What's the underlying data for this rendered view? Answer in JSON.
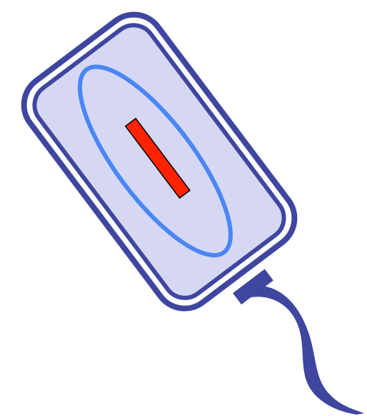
{
  "diagram": {
    "description_visible_text": "",
    "components": [
      {
        "id": "device-body",
        "kind": "rounded-rectangle-outer-frame"
      },
      {
        "id": "device-face",
        "kind": "rounded-rectangle-inner-panel"
      },
      {
        "id": "coil-loop",
        "kind": "elliptical-loop"
      },
      {
        "id": "element-bar",
        "kind": "rectangular-bar"
      },
      {
        "id": "cable-connector",
        "kind": "connector-block"
      },
      {
        "id": "cable",
        "kind": "cable"
      }
    ],
    "colors": {
      "outline": "#3f46a0",
      "panel_fill": "#d5d7f3",
      "gap_fill": "#ffffff",
      "loop": "#4a86f4",
      "bar_fill": "#ff2200",
      "bar_stroke": "#000000",
      "cable": "#3f46a0",
      "background": "#ffffff"
    }
  }
}
